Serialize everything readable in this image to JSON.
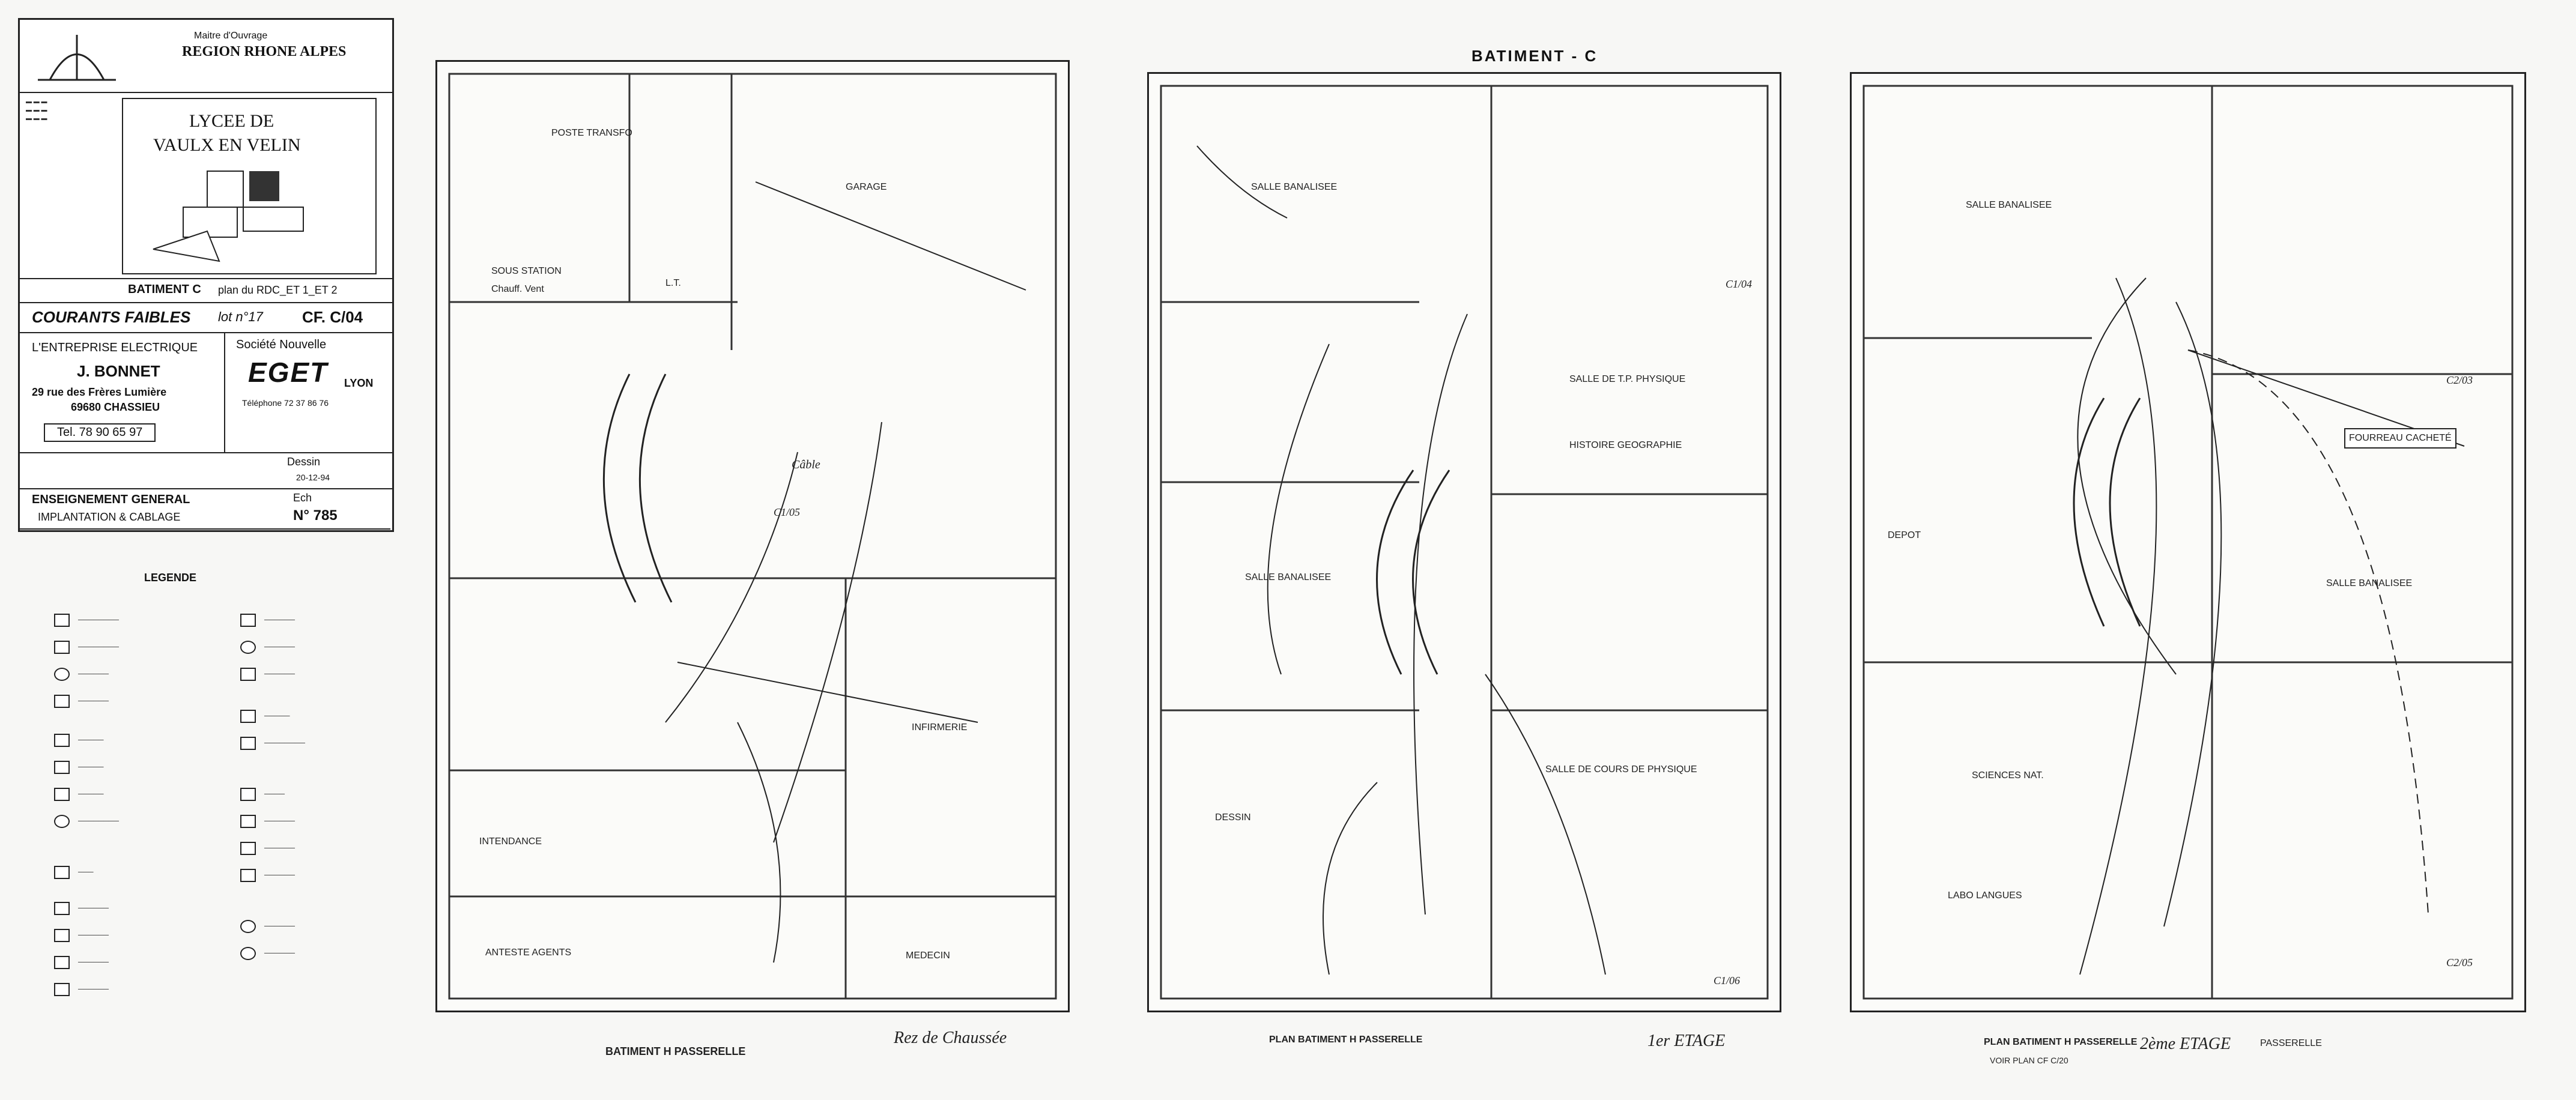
{
  "title_block": {
    "maitre_label": "Maitre d'Ouvrage",
    "client": "REGION RHONE ALPES",
    "school_line1": "LYCEE DE",
    "school_line2": "VAULX EN VELIN",
    "building_ref": "BATIMENT C",
    "plan_ref": "plan du RDC_ET 1_ET 2",
    "section": "COURANTS FAIBLES",
    "lot": "lot n°17",
    "doc_code": "CF. C/04",
    "contractor_label": "L'ENTREPRISE ELECTRIQUE",
    "contractor_name": "J. BONNET",
    "contractor_address": "29 rue des Frères Lumière",
    "contractor_city": "69680 CHASSIEU",
    "contractor_phone": "Tel. 78 90 65 97",
    "society_label": "Société Nouvelle",
    "society_name": "EGET",
    "society_city": "LYON",
    "society_phone": "Téléphone 72 37 86 76",
    "dessin_label": "Dessin",
    "dessin_date": "20-12-94",
    "subject": "ENSEIGNEMENT GENERAL",
    "subject_sub": "IMPLANTATION & CABLAGE",
    "ech_label": "Ech",
    "plan_number": "N° 785"
  },
  "legend": {
    "title": "LEGENDE"
  },
  "plans": {
    "top_title": "BATIMENT - C",
    "rdc_footer": "BATIMENT H PASSERELLE",
    "rdc_name": "Rez de Chaussée",
    "et1_footer": "PLAN BATIMENT  H  PASSERELLE",
    "et1_name": "1er ETAGE",
    "et2_footer": "PLAN BATIMENT  H  PASSERELLE",
    "et2_name": "2ème ETAGE",
    "et2_extra": "PASSERELLE",
    "et2_voir": "VOIR  PLAN  CF  C/20"
  },
  "rooms": {
    "r_poste": "POSTE TRANSFO",
    "r_garage": "GARAGE",
    "r_sous_station": "SOUS STATION",
    "r_chauff": "Chauff. Vent",
    "r_lt": "L.T.",
    "r_salle_banalisee_1": "SALLE BANALISEE",
    "r_salle_banalisee_2": "SALLE BANALISEE",
    "r_salle_tp": "SALLE DE T.P. PHYSIQUE",
    "r_histoire": "HISTOIRE GEOGRAPHIE",
    "r_infirmerie": "INFIRMERIE",
    "r_medecin": "MEDECIN",
    "r_intendance": "INTENDANCE",
    "r_agents": "ANTESTE AGENTS",
    "r_salle_cours": "SALLE DE COURS DE PHYSIQUE",
    "r_dessin": "DESSIN",
    "r_depot": "DEPOT",
    "r_labo": "LABO LANGUES",
    "r_sciences": "SCIENCES NAT.",
    "r_salle_banalisee_3": "SALLE BANALISEE",
    "r_salle_banalisee_4": "SALLE BANALISEE"
  },
  "notes": {
    "n_cable": "Câble",
    "n_fourreau": "FOURREAU CACHETÉ",
    "n_c1": "C1/05",
    "n_c2": "C1/04",
    "n_c3": "C1/06",
    "n_c4": "C2/03",
    "n_c5": "C2/05"
  }
}
